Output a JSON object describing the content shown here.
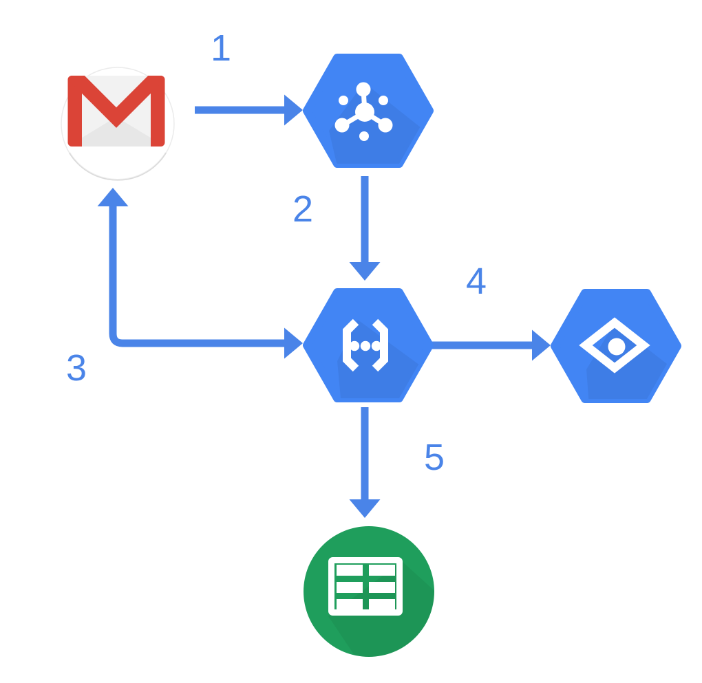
{
  "diagram": {
    "description": "Five-step flow between Google product icons",
    "nodes": [
      {
        "id": "gmail",
        "icon": "gmail-icon",
        "name": "Gmail"
      },
      {
        "id": "pubsub",
        "icon": "cloud-pubsub-icon",
        "name": "Cloud Pub/Sub"
      },
      {
        "id": "functions",
        "icon": "cloud-functions-icon",
        "name": "Cloud Functions"
      },
      {
        "id": "vision",
        "icon": "cloud-vision-icon",
        "name": "Cloud Vision"
      },
      {
        "id": "sheets",
        "icon": "google-sheets-icon",
        "name": "Google Sheets"
      }
    ],
    "steps": [
      {
        "label": "1",
        "from": "gmail",
        "to": "pubsub",
        "direction": "right"
      },
      {
        "label": "2",
        "from": "pubsub",
        "to": "functions",
        "direction": "down"
      },
      {
        "label": "3",
        "from": "functions",
        "to": "gmail",
        "direction": "elbow-left-up"
      },
      {
        "label": "4",
        "from": "functions",
        "to": "vision",
        "direction": "right"
      },
      {
        "label": "5",
        "from": "functions",
        "to": "sheets",
        "direction": "down"
      }
    ]
  },
  "colors": {
    "background": "#ffffff",
    "arrow_blue": "#4a84e8",
    "label_blue": "#4a84e8",
    "hexagon_blue": "#4285f4",
    "gmail_red": "#db4437",
    "envelope_gray": "#f2f2f2",
    "envelope_fold_gray": "#e7e7e7",
    "sheets_green": "#1f9e5c",
    "node_glyph_white": "#ffffff"
  }
}
